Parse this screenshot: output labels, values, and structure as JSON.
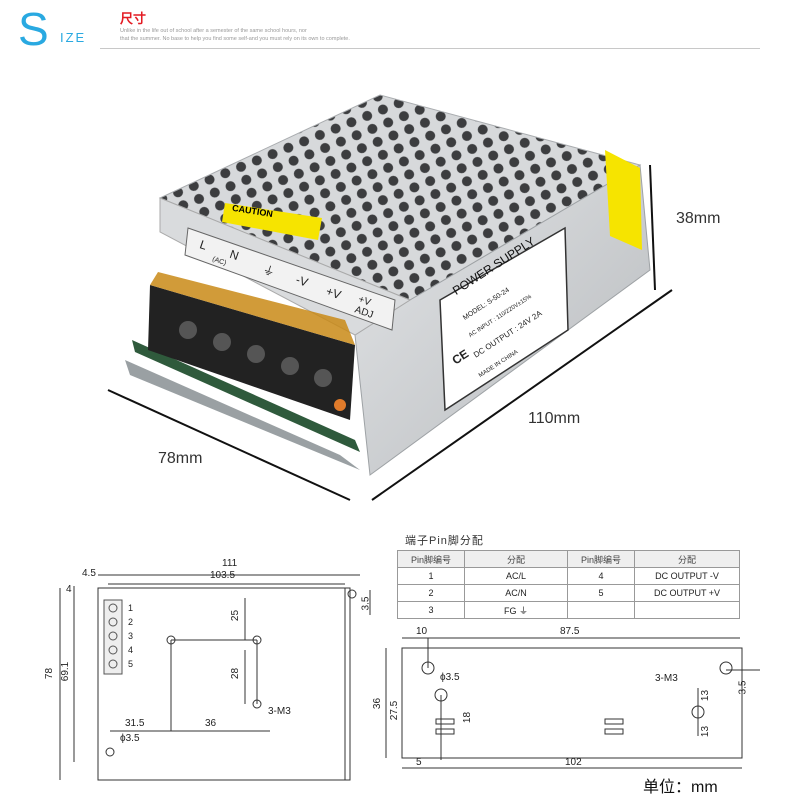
{
  "header": {
    "big_letter": "S",
    "rest_letters": "IZE",
    "cn_title": "尺寸",
    "subtitle_line1": "Unlike in the life out of school after a semester of the same school hours, nor",
    "subtitle_line2": "that the summer. No base to help you find some self-and you must rely on its own to complete."
  },
  "photo": {
    "caution_label": "CAUTION",
    "terminal_labels": [
      "L",
      "N",
      "(AC)",
      "⏚",
      "-V",
      "+V",
      "+V ADJ"
    ],
    "nameplate": {
      "title": "POWER SUPPLY",
      "model": "MODEL: S-50-24",
      "ac_input": "AC INPUT : 110/220V±15%",
      "dc_output": "DC OUTPUT : 24V 2A",
      "origin": "MADE IN CHINA",
      "mark": "CE"
    },
    "dim_height": "38mm",
    "dim_length": "110mm",
    "dim_width": "78mm"
  },
  "drawing_front": {
    "dim_111": "111",
    "dim_103_5": "103.5",
    "dim_4_5": "4.5",
    "dim_4": "4",
    "dim_3_5": "3.5",
    "dim_25": "25",
    "dim_28": "28",
    "dim_78": "78",
    "dim_69_1": "69.1",
    "dim_31_5": "31.5",
    "dim_36": "36",
    "phi": "ϕ3.5",
    "screw": "3-M3",
    "pins": [
      "1",
      "2",
      "3",
      "4",
      "5"
    ]
  },
  "drawing_side": {
    "dim_10": "10",
    "dim_87_5": "87.5",
    "phi": "ϕ3.5",
    "screw": "3-M3",
    "dim_36": "36",
    "dim_27_5": "27.5",
    "dim_18": "18",
    "dim_13a": "13",
    "dim_13b": "13",
    "dim_3_5": "3.5",
    "dim_5": "5",
    "dim_102": "102"
  },
  "pin_table": {
    "title": "端子Pin脚分配",
    "headers": [
      "Pin脚编号",
      "分配",
      "Pin脚编号",
      "分配"
    ],
    "rows": [
      [
        "1",
        "AC/L",
        "4",
        "DC OUTPUT -V"
      ],
      [
        "2",
        "AC/N",
        "5",
        "DC OUTPUT +V"
      ],
      [
        "3",
        "FG ⏚",
        "",
        ""
      ]
    ]
  },
  "unit_label": "单位：mm"
}
